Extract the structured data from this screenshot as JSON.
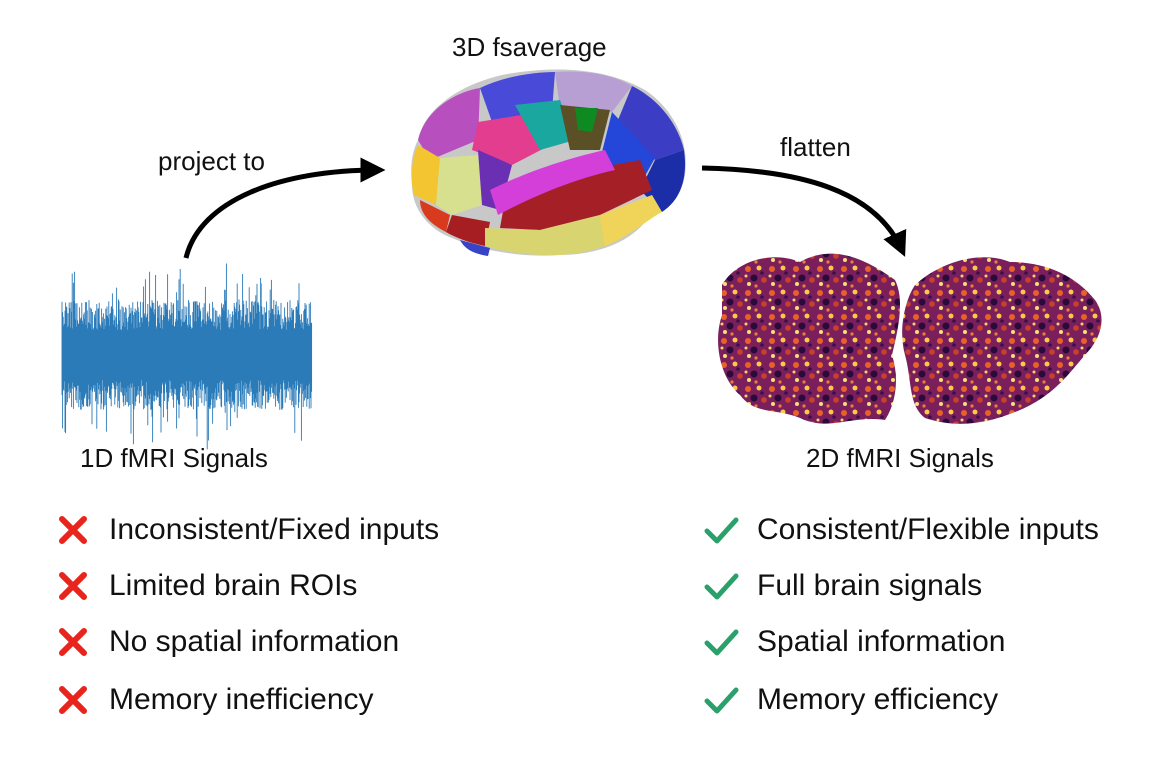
{
  "labels": {
    "project_to": "project to",
    "fsaverage": "3D fsaverage",
    "flatten": "flatten",
    "signals_1d": "1D fMRI Signals",
    "signals_2d": "2D fMRI Signals"
  },
  "cons": [
    "Inconsistent/Fixed inputs",
    "Limited brain ROIs",
    "No spatial information",
    "Memory inefficiency"
  ],
  "pros": [
    "Consistent/Flexible inputs",
    "Full brain signals",
    "Spatial information",
    "Memory efficiency"
  ],
  "colors": {
    "signal": "#2b7bb9",
    "cross": "#e8251c",
    "check": "#2aa06a",
    "arrow": "#000000"
  },
  "icons": {
    "cross": "cross-icon",
    "check": "check-icon"
  }
}
